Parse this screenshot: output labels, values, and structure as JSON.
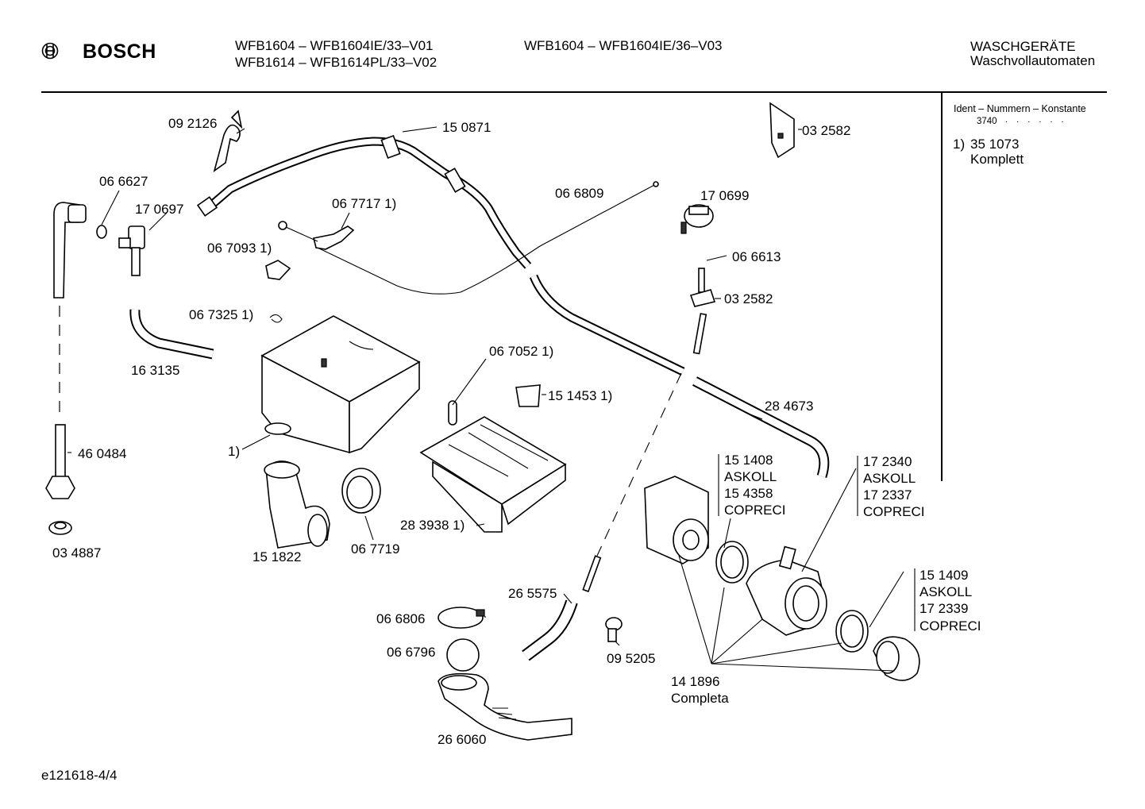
{
  "header": {
    "brand": "BOSCH",
    "models_left": [
      "WFB1604 – WFB1604IE/33–V01",
      "WFB1614 – WFB1614PL/33–V02"
    ],
    "model_middle": "WFB1604 – WFB1604IE/36–V03",
    "category": "WASCHGERÄTE",
    "subcategory": "Waschvollautomaten"
  },
  "side_panel": {
    "ident_heading": "Ident – Nummern – Konstante",
    "ident_value": "3740",
    "ident_dots": ". . . . . .",
    "note_marker": "1)",
    "note_number": "35 1073",
    "note_text": "Komplett"
  },
  "labels": {
    "p092126": "09 2126",
    "p150871": "15 0871",
    "p032582a": "03 2582",
    "p066627": "06 6627",
    "p170697": "17 0697",
    "p0677171": "06 7717 1)",
    "p066809": "06 6809",
    "p170699": "17 0699",
    "p0670931": "06 7093 1)",
    "p066613": "06 6613",
    "p032582b": "03 2582",
    "p0673251": "06 7325 1)",
    "p163135": "16 3135",
    "p0670521": "06 7052 1)",
    "p1514531": "15 1453 1)",
    "p284673": "28 4673",
    "p460484": "46 0484",
    "p1marker": "1)",
    "p151408": "15 1408",
    "askoll1": "ASKOLL",
    "p154358": "15 4358",
    "copreci1": "COPRECI",
    "p172340": "17 2340",
    "askoll2": "ASKOLL",
    "p172337": "17 2337",
    "copreci2": "COPRECI",
    "p034887": "03 4887",
    "p151822": "15 1822",
    "p067719": "06 7719",
    "p2839381": "28 3938 1)",
    "p151409": "15 1409",
    "askoll3": "ASKOLL",
    "p172339": "17 2339",
    "copreci3": "COPRECI",
    "p265575": "26 5575",
    "p066806": "06 6806",
    "p066796": "06 6796",
    "p095205": "09 5205",
    "p141896": "14 1896",
    "completa": "Completa",
    "p266060": "26 6060"
  },
  "footer": {
    "doc_id": "e121618-4/4"
  }
}
